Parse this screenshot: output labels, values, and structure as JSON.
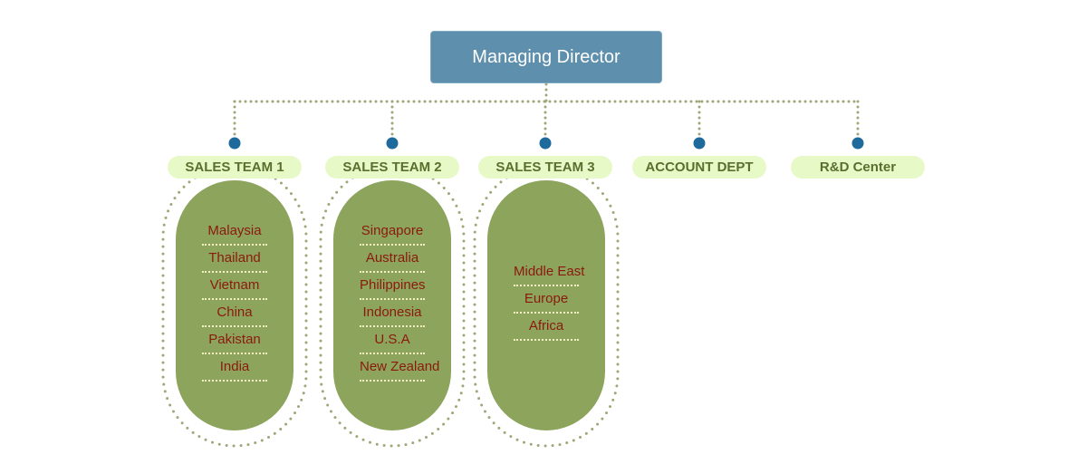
{
  "managing_director": {
    "title": "Managing Director"
  },
  "departments": [
    {
      "name": "SALES TEAM 1",
      "regions": [
        "Malaysia",
        "Thailand",
        "Vietnam",
        "China",
        "Pakistan",
        "India"
      ]
    },
    {
      "name": "SALES TEAM 2",
      "regions": [
        "Singapore",
        "Australia",
        "Philippines",
        "Indonesia",
        "U.S.A",
        "New Zealand"
      ]
    },
    {
      "name": "SALES TEAM 3",
      "regions": [
        "Middle East",
        "Europe",
        "Africa"
      ]
    },
    {
      "name": "ACCOUNT DEPT",
      "regions": []
    },
    {
      "name": "R&D Center",
      "regions": []
    }
  ],
  "colors": {
    "director_box": "#5e8fad",
    "connector_dots": "#a0a678",
    "node_dot": "#1f6a9c",
    "label_bg": "#e8f9c8",
    "label_text": "#5a6e2e",
    "pill_bg": "#8ca45c",
    "region_text": "#8b1a0e"
  }
}
